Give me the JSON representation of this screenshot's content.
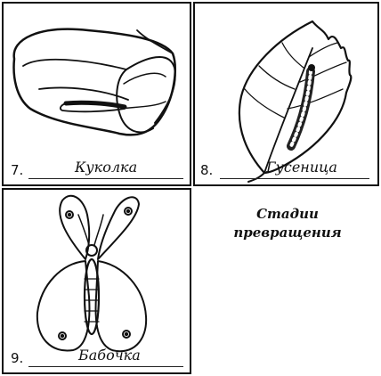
{
  "panels": [
    {
      "number": "7.",
      "caption": "Куколка",
      "subject": "pupa"
    },
    {
      "number": "8.",
      "caption": "Гусеница",
      "subject": "caterpillar"
    },
    {
      "number": "9.",
      "caption": "Бабочка",
      "subject": "butterfly"
    }
  ],
  "title": {
    "line1": "Стадии",
    "line2": "превращения"
  }
}
